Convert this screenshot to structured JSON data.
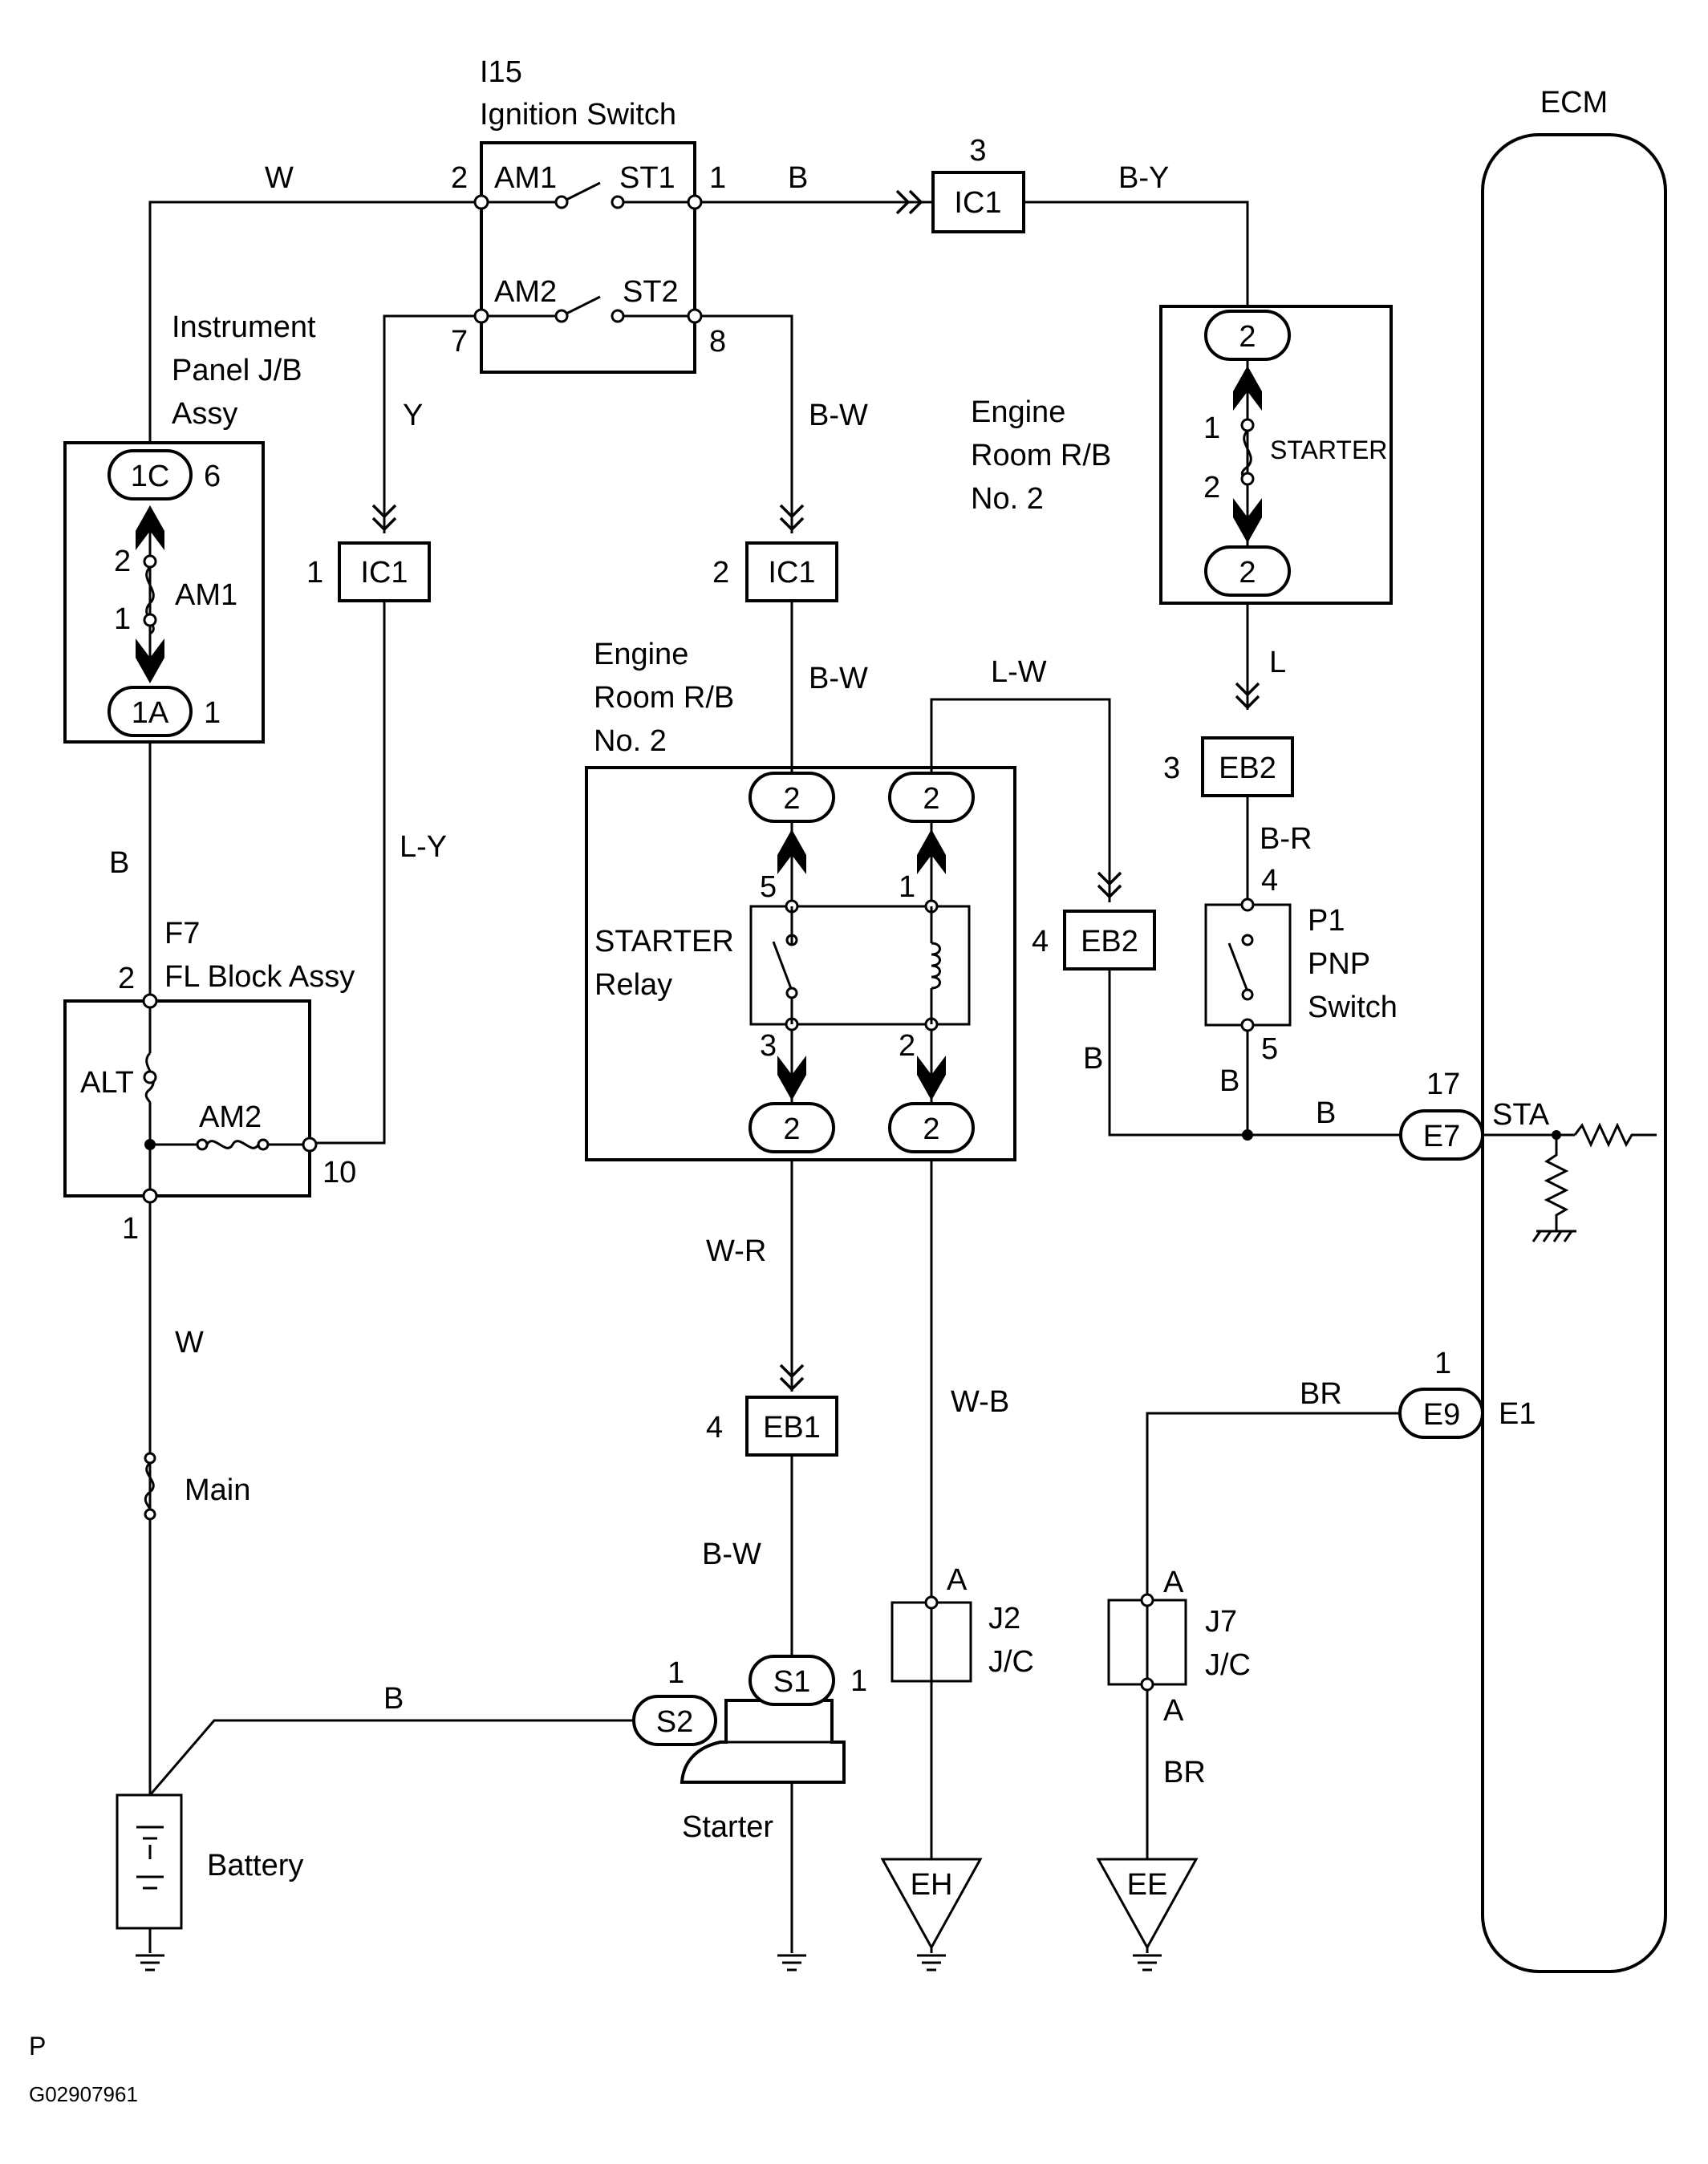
{
  "ignition_switch": {
    "code": "I15",
    "name": "Ignition Switch",
    "terminals": [
      "AM1",
      "ST1",
      "AM2",
      "ST2"
    ],
    "pins": [
      "2",
      "1",
      "7",
      "8"
    ]
  },
  "ecm": {
    "name": "ECM",
    "sta_label": "STA",
    "e1_label": "E1"
  },
  "instrument_panel_jb": {
    "name_lines": [
      "Instrument",
      "Panel J/B",
      "Assy"
    ],
    "top_conn": "1C",
    "top_pin": "6",
    "bottom_conn": "1A",
    "bottom_pin": "1",
    "fuse": "AM1",
    "fuse_pin_top": "2",
    "fuse_pin_bottom": "1"
  },
  "engine_room_rb_upper": {
    "name_lines": [
      "Engine",
      "Room R/B",
      "No. 2"
    ],
    "top_conn": "2",
    "bottom_conn": "2",
    "fuse": "STARTER",
    "fuse_pin_top": "1",
    "fuse_pin_bottom": "2"
  },
  "engine_room_rb_lower": {
    "name_lines": [
      "Engine",
      "Room R/B",
      "No. 2"
    ],
    "relay_lines": [
      "STARTER",
      "Relay"
    ],
    "conns": [
      "2",
      "2",
      "2",
      "2"
    ],
    "pins": [
      "5",
      "1",
      "3",
      "2"
    ]
  },
  "fl_block": {
    "code": "F7",
    "name": "FL Block Assy",
    "alt": "ALT",
    "am2": "AM2",
    "pin_top": "2",
    "pin_bottom": "1",
    "pin_right": "10"
  },
  "pnp_switch": {
    "code": "P1",
    "name_lines": [
      "PNP",
      "Switch"
    ],
    "pin_top": "4",
    "pin_bottom": "5"
  },
  "junctions": {
    "ic1_top": {
      "label": "IC1",
      "pin": "3"
    },
    "ic1_left": {
      "label": "IC1",
      "pin": "1"
    },
    "ic1_mid": {
      "label": "IC1",
      "pin": "2"
    },
    "eb2_upper": {
      "label": "EB2",
      "pin": "3"
    },
    "eb2_lower": {
      "label": "EB2",
      "pin": "4"
    },
    "eb1": {
      "label": "EB1",
      "pin": "4"
    },
    "e7": {
      "label": "E7",
      "pin": "17"
    },
    "e9": {
      "label": "E9",
      "pin": "1"
    },
    "s1": {
      "label": "S1",
      "pin": "1"
    },
    "s2": {
      "label": "S2",
      "pin": "1"
    }
  },
  "jc": {
    "j2": {
      "code": "J2",
      "name": "J/C",
      "pin": "A"
    },
    "j7": {
      "code": "J7",
      "name": "J/C",
      "pin_top": "A",
      "pin_bottom": "A"
    }
  },
  "grounds": {
    "eh": "EH",
    "ee": "EE"
  },
  "parts": {
    "main": "Main",
    "battery": "Battery",
    "starter": "Starter"
  },
  "wire_colors": {
    "w_top": "W",
    "b_ic1": "B",
    "by": "B-Y",
    "y": "Y",
    "bw_top": "B-W",
    "b_jb": "B",
    "ly": "L-Y",
    "bw_mid": "B-W",
    "lw": "L-W",
    "l": "L",
    "br_pnp": "B-R",
    "b_eb2": "B",
    "b_pnp": "B",
    "b_e7": "B",
    "w_main": "W",
    "wr": "W-R",
    "wb": "W-B",
    "br_e9": "BR",
    "bw_low": "B-W",
    "b_starter": "B",
    "br_low": "BR"
  },
  "footer": {
    "page": "P",
    "figure_id": "G02907961"
  }
}
